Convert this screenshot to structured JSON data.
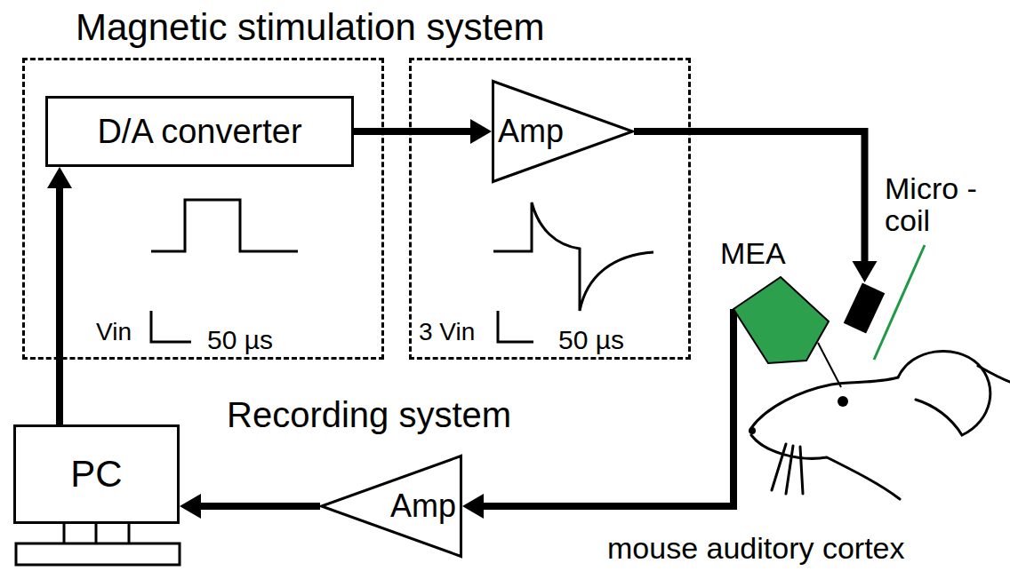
{
  "diagram": {
    "title": "Magnetic stimulation system",
    "nodes": [
      {
        "text": [
          "Vin",
          "50 µs"
        ]
      },
      {
        "text": [
          "D/A converter"
        ],
        "in": 0
      },
      {
        "text": [
          "3 Vin",
          "50 µs"
        ]
      },
      {
        "text": [
          "Amp"
        ],
        "in": 2
      },
      {
        "text": [
          "PC"
        ]
      },
      {
        "text": [
          "Amp"
        ]
      },
      {
        "text": [
          "MEA"
        ]
      },
      {
        "text": [
          "Micro -coil"
        ]
      }
    ],
    "edges": [
      {
        "from": 1,
        "to": 3,
        "arrow": "to"
      },
      {
        "from": 3,
        "to": 7,
        "arrow": "to"
      },
      {
        "from": 4,
        "to": 1,
        "arrow": "to"
      },
      {
        "from": 6,
        "to": 5,
        "arrow": "to"
      },
      {
        "from": 5,
        "to": 4,
        "arrow": "to"
      }
    ],
    "labels": [
      "Recording system",
      "mouse auditory cortex"
    ]
  }
}
